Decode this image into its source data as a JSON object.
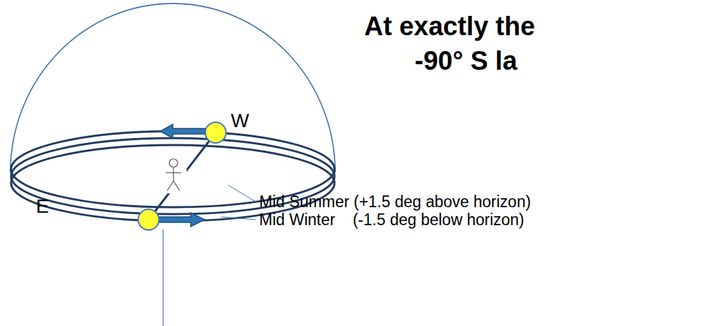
{
  "diagram": {
    "labels": [
      "At exactly the",
      "-90° S la",
      "W",
      "E",
      "Mid Summer (+1.5 deg above horizon)",
      "Mid Winter    (-1.5 deg below horizon)"
    ]
  }
}
